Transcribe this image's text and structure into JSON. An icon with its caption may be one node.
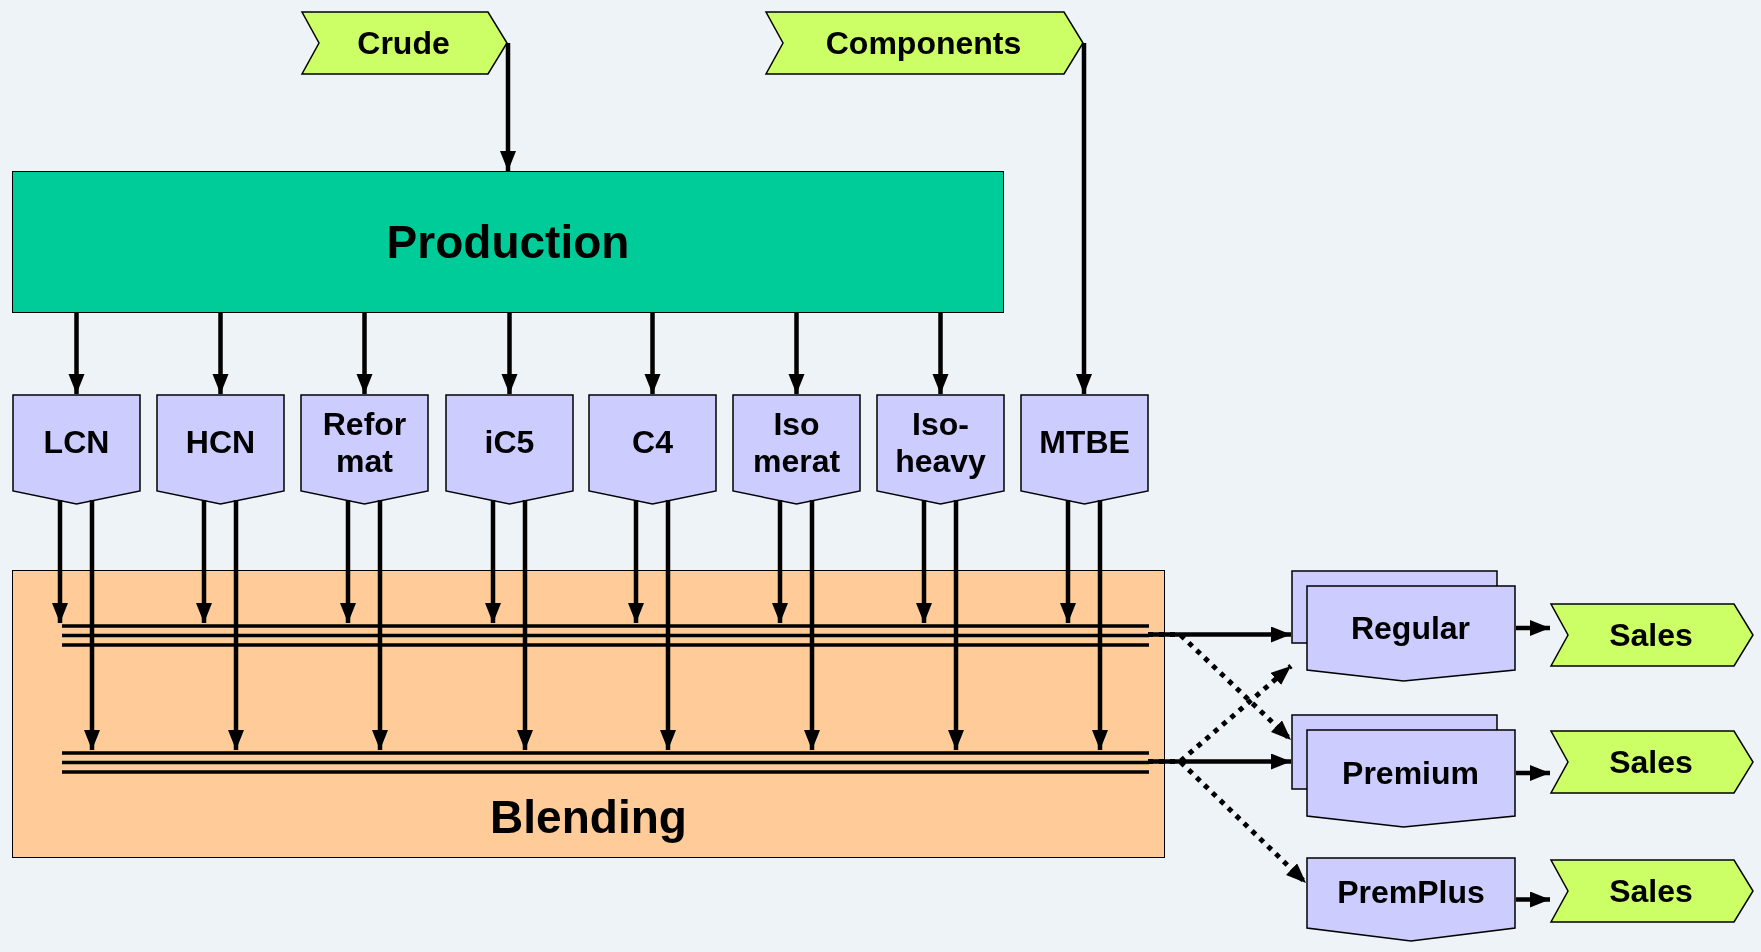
{
  "diagram": {
    "nodes": [
      {
        "text": [
          "Crude"
        ]
      },
      {
        "text": [
          "Components"
        ]
      },
      {
        "text": [
          "Production"
        ]
      },
      {
        "text": [
          "LCN"
        ]
      },
      {
        "text": [
          "HCN"
        ]
      },
      {
        "text": [
          "Refor mat"
        ]
      },
      {
        "text": [
          "iC5"
        ]
      },
      {
        "text": [
          "C4"
        ]
      },
      {
        "text": [
          "Iso merat"
        ]
      },
      {
        "text": [
          "Iso- heavy"
        ]
      },
      {
        "text": [
          "MTBE"
        ]
      },
      {
        "text": [
          "Blending"
        ]
      },
      {
        "text": [],
        "shape": "bar",
        "in": 11
      },
      {
        "text": [],
        "shape": "bar",
        "in": 11
      },
      {
        "text": [
          "Regular"
        ]
      },
      {
        "text": [
          "Premium"
        ]
      },
      {
        "text": [
          "PremPlus"
        ]
      },
      {
        "text": [
          "Sales"
        ]
      },
      {
        "text": [
          "Sales"
        ]
      },
      {
        "text": [
          "Sales"
        ]
      }
    ],
    "edges": [
      {
        "from": 0,
        "to": 2,
        "arrow": "to"
      },
      {
        "from": 1,
        "to": 10,
        "arrow": "to"
      },
      {
        "from": 2,
        "to": 3,
        "arrow": "to"
      },
      {
        "from": 2,
        "to": 4,
        "arrow": "to"
      },
      {
        "from": 2,
        "to": 5,
        "arrow": "to"
      },
      {
        "from": 2,
        "to": 6,
        "arrow": "to"
      },
      {
        "from": 2,
        "to": 7,
        "arrow": "to"
      },
      {
        "from": 2,
        "to": 8,
        "arrow": "to"
      },
      {
        "from": 2,
        "to": 9,
        "arrow": "to"
      },
      {
        "from": 3,
        "to": 12,
        "arrow": "to"
      },
      {
        "from": 3,
        "to": 13,
        "arrow": "to"
      },
      {
        "from": 4,
        "to": 12,
        "arrow": "to"
      },
      {
        "from": 4,
        "to": 13,
        "arrow": "to"
      },
      {
        "from": 5,
        "to": 12,
        "arrow": "to"
      },
      {
        "from": 5,
        "to": 13,
        "arrow": "to"
      },
      {
        "from": 6,
        "to": 12,
        "arrow": "to"
      },
      {
        "from": 6,
        "to": 13,
        "arrow": "to"
      },
      {
        "from": 7,
        "to": 12,
        "arrow": "to"
      },
      {
        "from": 7,
        "to": 13,
        "arrow": "to"
      },
      {
        "from": 8,
        "to": 12,
        "arrow": "to"
      },
      {
        "from": 8,
        "to": 13,
        "arrow": "to"
      },
      {
        "from": 9,
        "to": 12,
        "arrow": "to"
      },
      {
        "from": 9,
        "to": 13,
        "arrow": "to"
      },
      {
        "from": 10,
        "to": 12,
        "arrow": "to"
      },
      {
        "from": 10,
        "to": 13,
        "arrow": "to"
      },
      {
        "from": 12,
        "to": 14,
        "arrow": "to"
      },
      {
        "from": 12,
        "to": 15,
        "arrow": "to",
        "style": "dashed"
      },
      {
        "from": 13,
        "to": 15,
        "arrow": "to"
      },
      {
        "from": 13,
        "to": 14,
        "arrow": "to",
        "style": "dashed"
      },
      {
        "from": 13,
        "to": 16,
        "arrow": "to",
        "style": "dashed"
      },
      {
        "from": 14,
        "to": 17,
        "arrow": "to"
      },
      {
        "from": 15,
        "to": 18,
        "arrow": "to"
      },
      {
        "from": 16,
        "to": 19,
        "arrow": "to"
      }
    ]
  }
}
